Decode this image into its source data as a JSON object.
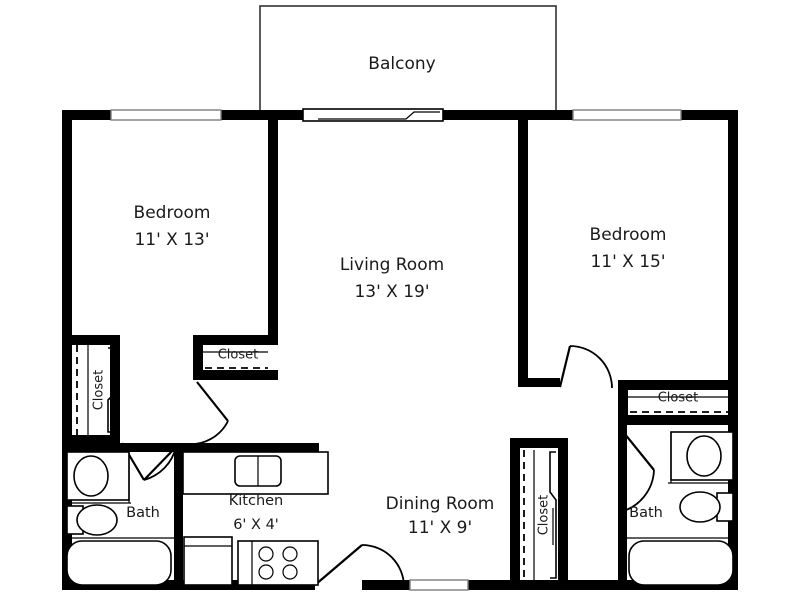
{
  "plan": {
    "title": "Balcony",
    "rooms": [
      {
        "id": "balcony",
        "name": "Balcony",
        "dims": ""
      },
      {
        "id": "bedroom-left",
        "name": "Bedroom",
        "dims": "11' X 13'"
      },
      {
        "id": "living-room",
        "name": "Living Room",
        "dims": "13' X 19'"
      },
      {
        "id": "bedroom-right",
        "name": "Bedroom",
        "dims": "11' X 15'"
      },
      {
        "id": "kitchen",
        "name": "Kitchen",
        "dims": "6' X 4'"
      },
      {
        "id": "dining-room",
        "name": "Dining Room",
        "dims": "11' X 9'"
      },
      {
        "id": "bath-left",
        "name": "Bath",
        "dims": ""
      },
      {
        "id": "bath-right",
        "name": "Bath",
        "dims": ""
      }
    ],
    "closets": [
      {
        "id": "closet-bedroom-left-vertical",
        "label": "Closet",
        "orientation": "vertical"
      },
      {
        "id": "closet-bedroom-left-top",
        "label": "Closet",
        "orientation": "horizontal"
      },
      {
        "id": "closet-bedroom-right",
        "label": "Closet",
        "orientation": "horizontal"
      },
      {
        "id": "closet-dining",
        "label": "Closet",
        "orientation": "vertical"
      }
    ],
    "fixtures": [
      {
        "id": "sink-bath-left",
        "name": "bathroom-sink"
      },
      {
        "id": "toilet-bath-left",
        "name": "toilet"
      },
      {
        "id": "bathtub-left",
        "name": "bathtub"
      },
      {
        "id": "sink-bath-right",
        "name": "bathroom-sink"
      },
      {
        "id": "toilet-bath-right",
        "name": "toilet"
      },
      {
        "id": "bathtub-right",
        "name": "bathtub"
      },
      {
        "id": "kitchen-sink",
        "name": "kitchen-sink"
      },
      {
        "id": "dishwasher",
        "name": "dishwasher"
      },
      {
        "id": "stove",
        "name": "stove-range"
      }
    ],
    "openings": [
      {
        "id": "window-bedroom-left",
        "type": "window"
      },
      {
        "id": "window-bedroom-right",
        "type": "window"
      },
      {
        "id": "window-dining",
        "type": "window"
      },
      {
        "id": "sliding-door-balcony",
        "type": "sliding-door"
      },
      {
        "id": "entry-door",
        "type": "swing-door"
      },
      {
        "id": "door-bath-left",
        "type": "swing-door"
      },
      {
        "id": "door-bath-right",
        "type": "swing-door"
      },
      {
        "id": "door-bedroom-left",
        "type": "swing-door"
      },
      {
        "id": "door-bedroom-right",
        "type": "swing-door"
      }
    ],
    "colors": {
      "wall": "#000000",
      "background": "#ffffff",
      "text": "#1a1a1a",
      "window_stroke": "#7d7d7d"
    }
  }
}
